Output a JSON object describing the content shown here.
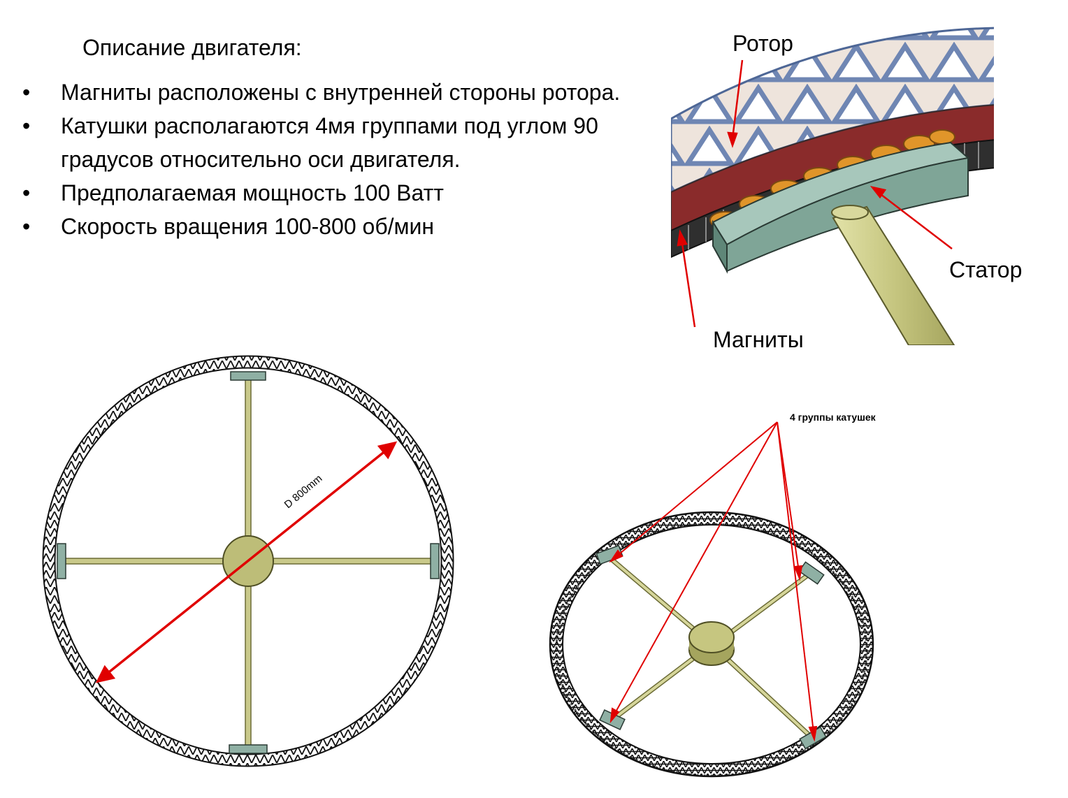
{
  "title": "Описание двигателя:",
  "bullets": [
    "Магниты расположены с внутренней стороны ротора.",
    "Катушки располагаются 4мя группами под углом 90 градусов относительно оси двигателя.",
    "Предполагаемая мощность 100 Ватт",
    "Скорость вращения 100-800 об/мин"
  ],
  "bullet_glyph": "•",
  "labels": {
    "rotor": "Ротор",
    "stator": "Статор",
    "magnets": "Магниты",
    "coil_groups": "4 группы катушек",
    "diameter": "D 800mm"
  },
  "colors": {
    "arrow": "#e00000",
    "ring": "#1a1a1a",
    "spoke": "#c9c98a",
    "hub": "#bdbd78",
    "coil_block": "#8fb0a4",
    "rotor_frame": "#6f86b3",
    "coils": "#e0952a"
  }
}
